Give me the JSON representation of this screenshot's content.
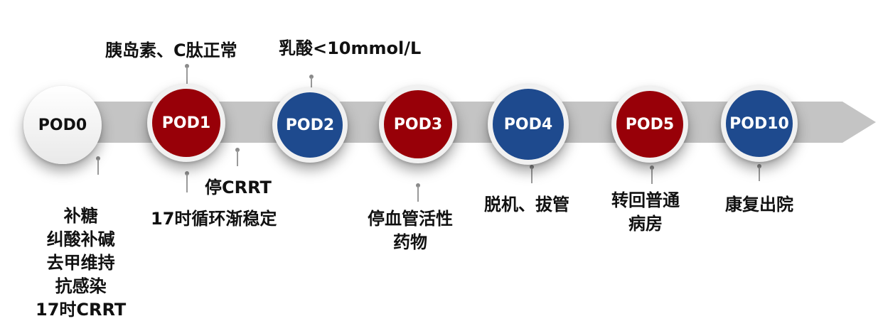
{
  "colors": {
    "red": "#980008",
    "blue": "#1e4a8e",
    "band": "#c4c4c4",
    "text": "#111111"
  },
  "timeline": {
    "nodes": [
      {
        "id": "POD0",
        "label": "POD0",
        "color": "white"
      },
      {
        "id": "POD1",
        "label": "POD1",
        "color": "red"
      },
      {
        "id": "POD2",
        "label": "POD2",
        "color": "blue"
      },
      {
        "id": "POD3",
        "label": "POD3",
        "color": "red"
      },
      {
        "id": "POD4",
        "label": "POD4",
        "color": "blue"
      },
      {
        "id": "POD5",
        "label": "POD5",
        "color": "red"
      },
      {
        "id": "POD10",
        "label": "POD10",
        "color": "blue"
      }
    ],
    "annotations_above": {
      "pod1": "胰岛素、C肽正常",
      "pod2": "乳酸<10mmol/L"
    },
    "annotations_below": {
      "pod0": [
        "补糖",
        "纠酸补碱",
        "去甲维持",
        "抗感染",
        "17时CRRT"
      ],
      "pod1_a": "停CRRT",
      "pod1_b": "17时循环渐稳定",
      "pod3": [
        "停血管活性",
        "药物"
      ],
      "pod4": "脱机、拔管",
      "pod5": [
        "转回普通",
        "病房"
      ],
      "pod10": "康复出院"
    }
  }
}
